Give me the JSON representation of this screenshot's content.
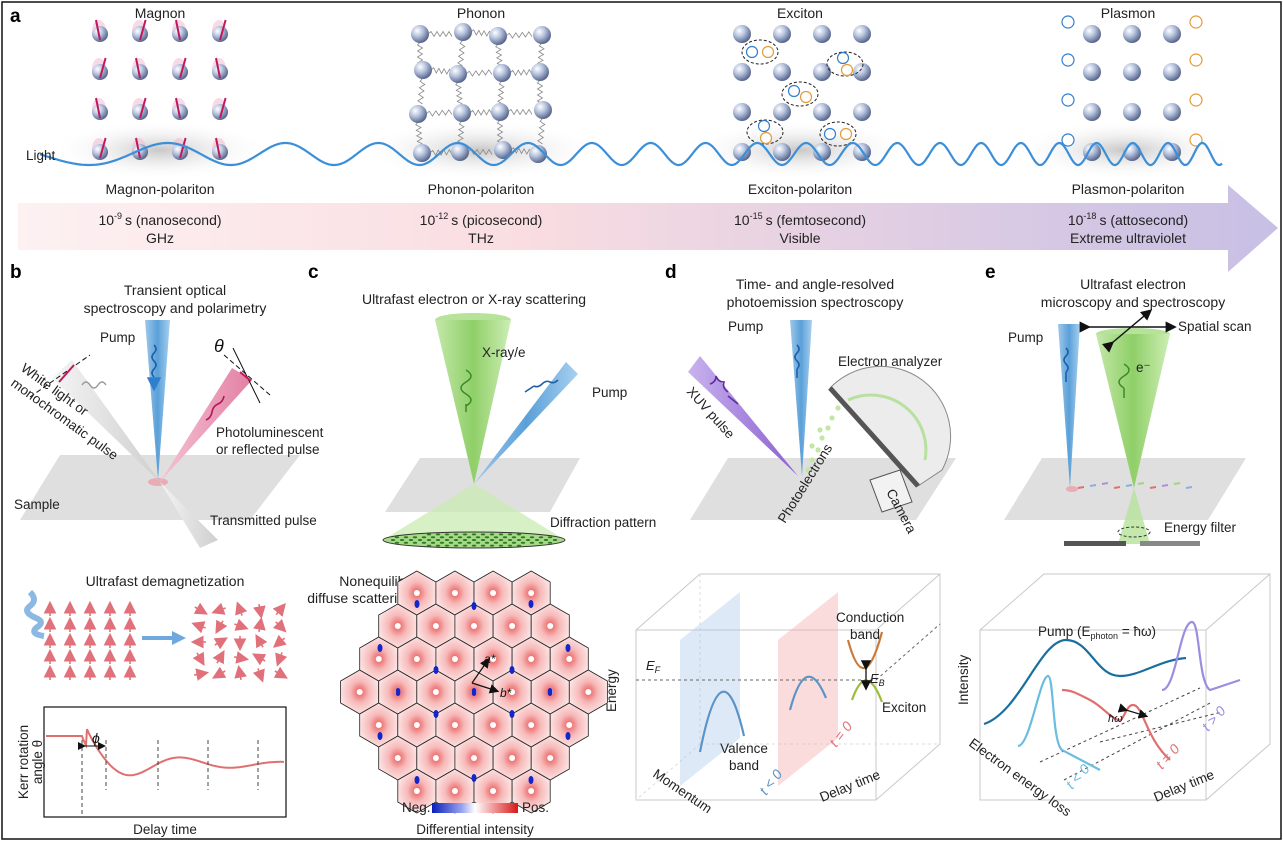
{
  "panel_a": {
    "letter": "a",
    "light_label": "Light",
    "quasiparticles": [
      {
        "name": "Magnon",
        "polariton": "Magnon-polariton",
        "time_exp": "-9",
        "time_unit": "s (nanosecond)",
        "band": "GHz"
      },
      {
        "name": "Phonon",
        "polariton": "Phonon-polariton",
        "time_exp": "-12",
        "time_unit": "s (picosecond)",
        "band": "THz"
      },
      {
        "name": "Exciton",
        "polariton": "Exciton-polariton",
        "time_exp": "-15",
        "time_unit": "s (femtosecond)",
        "band": "Visible"
      },
      {
        "name": "Plasmon",
        "polariton": "Plasmon-polariton",
        "time_exp": "-18",
        "time_unit": "s (attosecond)",
        "band": "Extreme ultraviolet"
      }
    ],
    "time_base": "10"
  },
  "panel_b": {
    "letter": "b",
    "title_line1": "Transient optical",
    "title_line2": "spectroscopy and polarimetry",
    "pump": "Pump",
    "theta": "θ",
    "probe_line1": "White light or",
    "probe_line2": "monochromatic pulse",
    "pl_line1": "Photoluminescent",
    "pl_line2": "or reflected pulse",
    "sample": "Sample",
    "transmitted": "Transmitted pulse",
    "demag_title": "Ultrafast demagnetization",
    "kerr_ylabel_line1": "Kerr rotation",
    "kerr_ylabel_line2": "angle θ",
    "kerr_phi": "ϕ",
    "kerr_xlabel": "Delay time"
  },
  "panel_c": {
    "letter": "c",
    "title": "Ultrafast electron or X-ray scattering",
    "xray": "X-ray/e",
    "pump": "Pump",
    "diffraction": "Diffraction pattern",
    "nds_line1": "Nonequilibrium",
    "nds_line2": "diffuse scattering",
    "a_star": "a*",
    "b_star": "b*",
    "neg": "Neg.",
    "pos": "Pos.",
    "colorbar_label": "Differential intensity"
  },
  "panel_d": {
    "letter": "d",
    "title_line1": "Time- and angle-resolved",
    "title_line2": "photoemission spectroscopy",
    "pump": "Pump",
    "analyzer": "Electron analyzer",
    "xuv": "XUV pulse",
    "photoelectrons": "Photoelectrons",
    "camera": "Camera",
    "energy": "Energy",
    "ef": "E",
    "ef_sub": "F",
    "conduction_line1": "Conduction",
    "conduction_line2": "band",
    "eb": "E",
    "eb_sub": "B",
    "exciton": "Exciton",
    "valence_line1": "Valence",
    "valence_line2": "band",
    "momentum": "Momentum",
    "t_neg": "t < 0",
    "t_zero": "t = 0",
    "delay": "Delay time"
  },
  "panel_e": {
    "letter": "e",
    "title_line1": "Ultrafast electron",
    "title_line2": "microscopy and spectroscopy",
    "pump": "Pump",
    "spatial": "Spatial scan",
    "electron": "e⁻",
    "energy_filter": "Energy filter",
    "intensity": "Intensity",
    "pump_formula": "Pump (E",
    "pump_sub": "photon",
    "pump_eq": " = ħω)",
    "hw": "ħω",
    "t_pos": "t > 0",
    "t_zero": "t = 0",
    "t_neg": "t < 0",
    "eels": "Electron energy loss",
    "delay": "Delay time"
  },
  "colors": {
    "wave": "#3b8fd9",
    "arrow_gradient_start": "#fbe3e6",
    "arrow_gradient_end": "#c9c2e6",
    "pump_blue": "#5aa0d8",
    "beam_green": "#9ed67c",
    "probe_pink": "#e98aa9",
    "xuv_purple": "#8a5fd0",
    "spin_magenta": "#c2185b",
    "electron_blue": "#2f7fd0",
    "hole_orange": "#e39b3a"
  }
}
